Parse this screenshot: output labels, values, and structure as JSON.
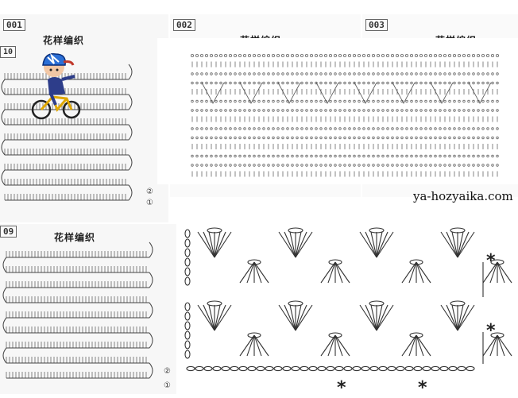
{
  "panels": {
    "p001": {
      "tag": "001",
      "title": "花样编织",
      "sub_tag": "10"
    },
    "p002": {
      "tag": "002",
      "title": "花样编织"
    },
    "p003": {
      "tag": "003",
      "title": "花样编织"
    },
    "p009": {
      "tag": "09",
      "title": "花样编织"
    }
  },
  "watermark": "ya-hozyaika.com",
  "row_markers": [
    "②",
    "①"
  ],
  "repeat_marker": "*",
  "icons": {
    "mascot": "cyclist-mascot-icon"
  }
}
